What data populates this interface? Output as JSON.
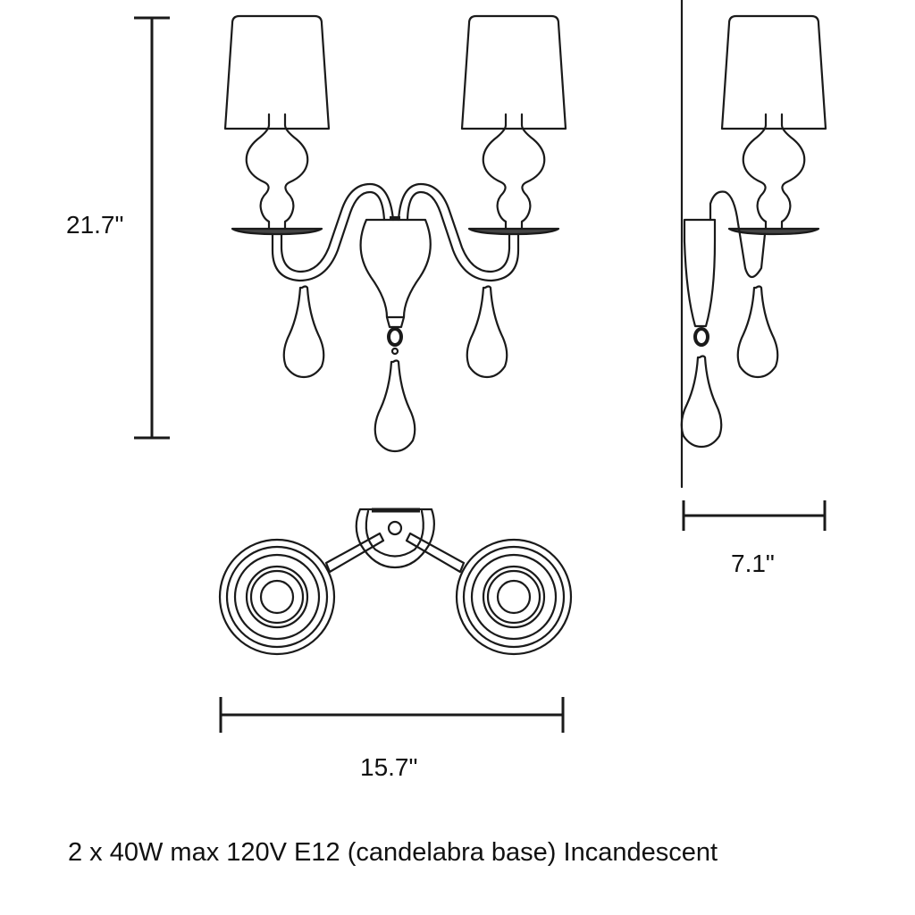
{
  "dimensions": {
    "height": "21.7\"",
    "width": "15.7\"",
    "depth": "7.1\""
  },
  "spec_text": "2 x 40W max 120V E12 (candelabra base) Incandescent",
  "colors": {
    "line": "#1a1a1a",
    "background": "#ffffff"
  }
}
